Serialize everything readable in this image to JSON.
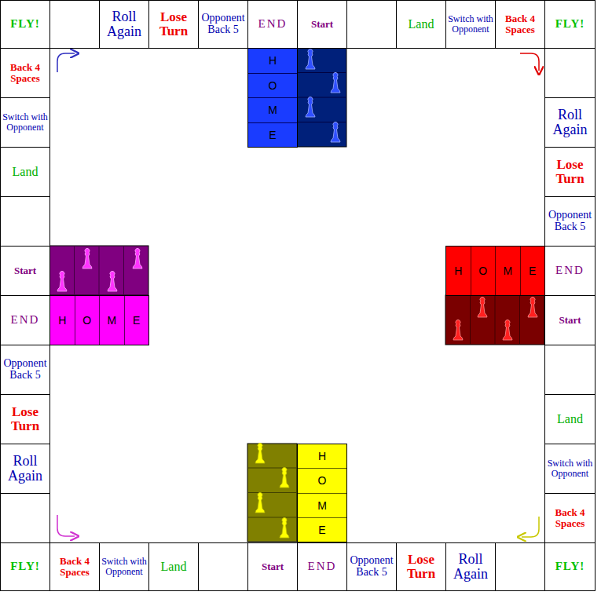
{
  "diagram": {
    "nodes": [
      {
        "text": [
          "FLY!"
        ]
      },
      {
        "text": [
          "Roll Again"
        ]
      },
      {
        "text": [
          "Lose Turn"
        ]
      },
      {
        "text": [
          "Opponent Back 5"
        ]
      },
      {
        "text": [
          "END"
        ]
      },
      {
        "text": [
          "Start"
        ]
      },
      {
        "text": [
          "Land"
        ]
      },
      {
        "text": [
          "Switch with Opponent"
        ]
      },
      {
        "text": [
          "Back 4 Spaces"
        ]
      },
      {
        "text": [
          "FLY!"
        ]
      },
      {
        "text": [
          "Back 4 Spaces"
        ]
      },
      {
        "text": [
          "H",
          "O",
          "M",
          "E"
        ]
      },
      {
        "text": [
          "Switch with Opponent"
        ]
      },
      {
        "text": [
          "Roll Again"
        ]
      },
      {
        "text": [
          "Land"
        ]
      },
      {
        "text": [
          "Lose Turn"
        ]
      },
      {
        "text": [
          "Opponent Back 5"
        ]
      },
      {
        "text": [
          "Start"
        ]
      },
      {
        "text": [
          "H",
          "O",
          "M",
          "E"
        ]
      },
      {
        "text": [
          "END"
        ]
      },
      {
        "text": [
          "END"
        ]
      },
      {
        "text": [
          "H",
          "O",
          "M",
          "E"
        ]
      },
      {
        "text": [
          "Start"
        ]
      },
      {
        "text": [
          "Opponent Back 5"
        ]
      },
      {
        "text": [
          "Lose Turn"
        ]
      },
      {
        "text": [
          "Land"
        ]
      },
      {
        "text": [
          "Roll Again"
        ]
      },
      {
        "text": [
          "H",
          "O",
          "M",
          "E"
        ]
      },
      {
        "text": [
          "Switch with Opponent"
        ]
      },
      {
        "text": [
          "Back 4 Spaces"
        ]
      },
      {
        "text": [
          "FLY!"
        ]
      },
      {
        "text": [
          "Back 4 Spaces"
        ]
      },
      {
        "text": [
          "Switch with Opponent"
        ]
      },
      {
        "text": [
          "Land"
        ]
      },
      {
        "text": [
          "Start"
        ]
      },
      {
        "text": [
          "END"
        ]
      },
      {
        "text": [
          "Opponent Back 5"
        ]
      },
      {
        "text": [
          "Lose Turn"
        ]
      },
      {
        "text": [
          "Roll Again"
        ]
      },
      {
        "text": [
          "FLY!"
        ]
      }
    ]
  }
}
